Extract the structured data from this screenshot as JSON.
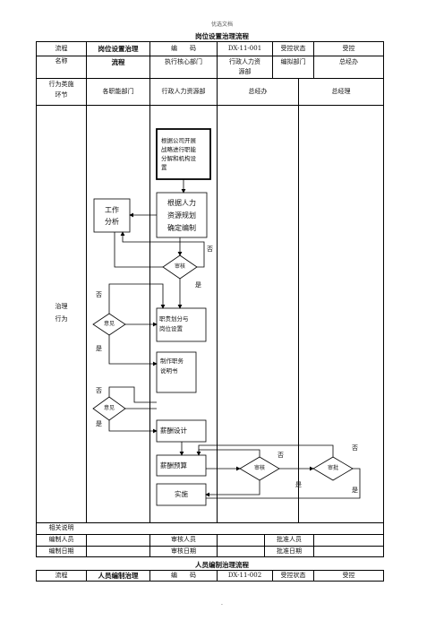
{
  "watermark_top": "优选文档",
  "doc_title": "岗位设置治理流程",
  "header": {
    "flow_label": "流程",
    "name_label": "名称",
    "flow_name": "岗位设置治理流程",
    "code_label": "编　　码",
    "code_value": "DX-11-001",
    "status_label": "受控状态",
    "status_value": "受控",
    "exec_dept": "执行核心部门",
    "hr_dept": "行政人力资源部",
    "org_dept_label": "编拟部门",
    "org_dept_value": "总经办"
  },
  "lanes": {
    "row_label_1": "行为类施",
    "row_label_2": "环节",
    "lane1": "各职能部门",
    "lane2": "行政人力资源部",
    "lane3": "总经办",
    "lane4": "总经理"
  },
  "side_label_1": "治理",
  "side_label_2": "行为",
  "flow": {
    "box_start": [
      "根据公司开展",
      "战略进行职能",
      "分解和机构设",
      "置"
    ],
    "box_work": [
      "工作",
      "分析"
    ],
    "box_plan": [
      "根据人力",
      "资源规划",
      "确定编制"
    ],
    "diamond_review_1": "审核",
    "no": "否",
    "yes": "是",
    "diamond_opinion": "意见",
    "box_duty": [
      "职责划分与",
      "岗位设置"
    ],
    "box_jobdesc": [
      "制作职务",
      "说明书"
    ],
    "box_salary_design": "薪酬设计",
    "box_salary_budget": "薪酬预算",
    "box_implement": "实施",
    "diamond_review_2": "审核",
    "diamond_approve": "审批"
  },
  "footer": {
    "related_label": "相关说明",
    "preparer_label": "编制人员",
    "reviewer_label": "审核人员",
    "approver_label": "批准人员",
    "prep_date_label": "编制日期",
    "review_date_label": "审核日期",
    "approve_date_label": "批准日期"
  },
  "second_title": "人员编制治理流程",
  "second_header": {
    "flow_label": "流程",
    "flow_name": "人员编制治理",
    "code_label": "编　　码",
    "code_value": "DX-11-002",
    "status_label": "受控状态",
    "status_value": "受控"
  },
  "bottom_dot": "."
}
